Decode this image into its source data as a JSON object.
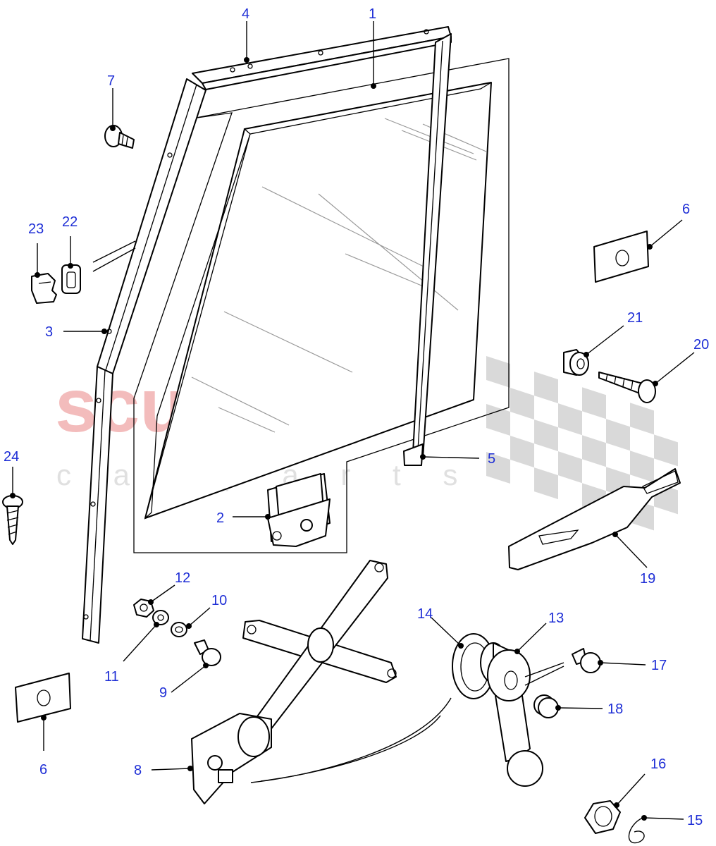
{
  "watermark": {
    "brand": "scuderia",
    "sub": "c a r   p a r t s",
    "brand_color": "#f2b3b3",
    "checker_color": "#d6d6d6"
  },
  "callout_color": "#1f2fd6",
  "callouts": {
    "c1": "1",
    "c2": "2",
    "c3": "3",
    "c4": "4",
    "c5": "5",
    "c6a": "6",
    "c6b": "6",
    "c7": "7",
    "c8": "8",
    "c9": "9",
    "c10": "10",
    "c11": "11",
    "c12": "12",
    "c13": "13",
    "c14": "14",
    "c15": "15",
    "c16": "16",
    "c17": "17",
    "c18": "18",
    "c19": "19",
    "c20": "20",
    "c21": "21",
    "c22": "22",
    "c23": "23",
    "c24": "24"
  }
}
